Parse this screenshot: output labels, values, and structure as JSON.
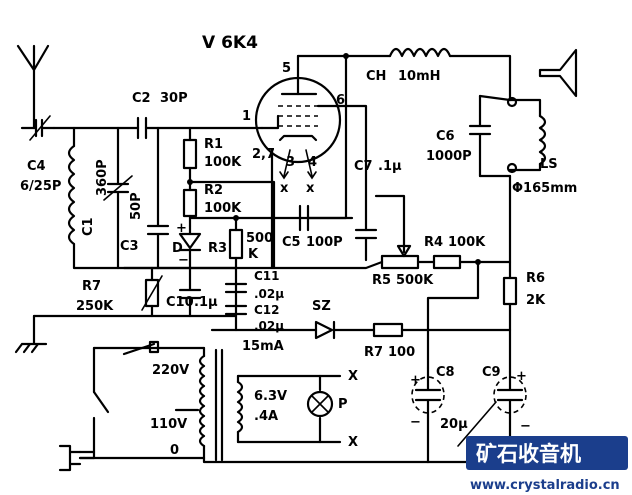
{
  "title": "V 6K4",
  "tube": {
    "pins": {
      "p1": "1",
      "p5": "5",
      "p6": "6",
      "p27": "2,7",
      "p3": "3",
      "p4": "4"
    },
    "heater_marks": [
      "x",
      "x"
    ]
  },
  "components": {
    "c4": {
      "name": "C4",
      "value": "6/25P"
    },
    "c2": {
      "name": "C2",
      "value": "30P"
    },
    "c1": {
      "name": "C1",
      "value": "360P"
    },
    "c3": {
      "name": "C3",
      "value": "50P"
    },
    "r1": {
      "name": "R1",
      "value": "100K"
    },
    "r2": {
      "name": "R2",
      "value": "100K"
    },
    "d": {
      "name": "D"
    },
    "r3": {
      "name": "R3",
      "value": "500",
      "value2": "K"
    },
    "c5": {
      "name": "C5",
      "value": "100P"
    },
    "c7": {
      "name": "C7",
      "value": ".1μ"
    },
    "r4": {
      "name": "R4",
      "value": "100K"
    },
    "r5": {
      "name": "R5",
      "value": "500K"
    },
    "r6": {
      "name": "R6",
      "value": "2K"
    },
    "r7a": {
      "name": "R7",
      "value": "250K"
    },
    "c10": {
      "name": "C10",
      "value": ".1μ"
    },
    "c11": {
      "name": "C11",
      "value": ".02μ"
    },
    "c12": {
      "name": "C12",
      "value": ".02μ"
    },
    "ch": {
      "name": "CH",
      "value": "10mH"
    },
    "c6": {
      "name": "C6",
      "value": "1000P"
    },
    "ls": {
      "name": "LS",
      "value": "Φ165mm"
    },
    "sz": {
      "name": "SZ"
    },
    "r7b": {
      "name": "R7",
      "value": "100"
    },
    "c8": {
      "name": "C8"
    },
    "c9": {
      "name": "C9"
    },
    "filter_value": "20μ",
    "current": "15mA",
    "lamp": {
      "name": "P"
    }
  },
  "transformer": {
    "v220": "220V",
    "v110": "110V",
    "v0": "0",
    "heater_v": "6.3V",
    "heater_a": ".4A",
    "x_top": "X",
    "x_bottom": "X"
  },
  "polarity": {
    "plus": "+",
    "minus": "−"
  },
  "watermark": {
    "text": "矿石收音机",
    "url": "www.crystalradio.cn"
  },
  "colors": {
    "ink": "#000000",
    "watermark": "#1b3e8c"
  }
}
